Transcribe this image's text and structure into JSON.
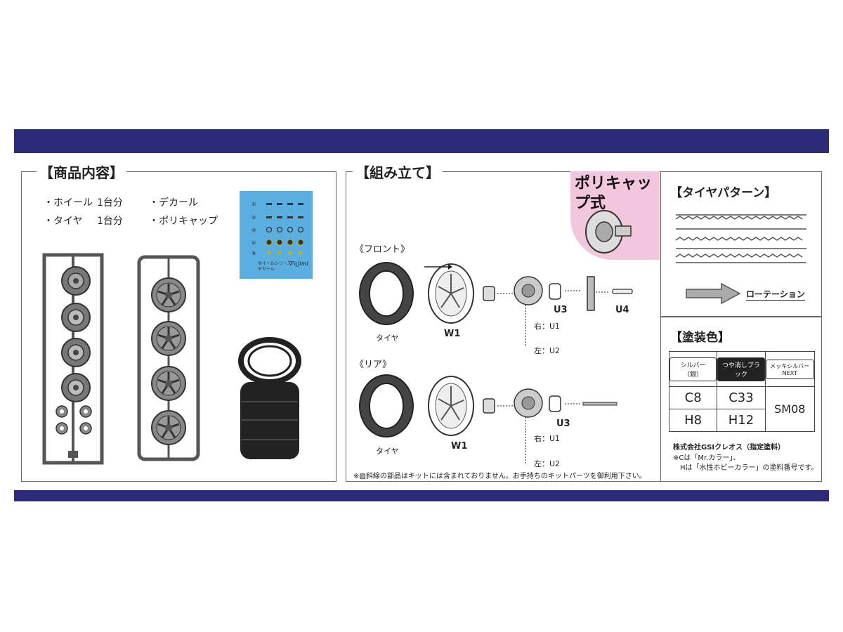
{
  "contents": {
    "title": "【商品内容】",
    "items": [
      {
        "left": "・ホイール",
        "right": "1台分"
      },
      {
        "left": "・タイヤ",
        "right": "1台分"
      }
    ],
    "items2": [
      "・デカール",
      "・ポリキャップ"
    ],
    "decal_line1": "ホイールシリーズ",
    "decal_line2": "デカール",
    "decal_brand": "Fujimi",
    "decal_rows": [
      "①",
      "②",
      "③",
      "④",
      "⑤"
    ]
  },
  "assembly": {
    "title": "【組み立て】",
    "polycap_badge": "ポリキャップ式",
    "front_label": "《フロント》",
    "rear_label": "《リア》",
    "parts": {
      "tire": "タイヤ",
      "w1": "W1",
      "u3": "U3",
      "u4": "U4",
      "right_u1": "右：U1",
      "left_u2": "左：U2"
    },
    "footnote": "※▨斜線の部品はキットには含まれておりません。お手持ちのキットパーツを御利用下さい。"
  },
  "tire_pattern": {
    "title": "【タイヤパターン】",
    "rotation_label": "ローテーション"
  },
  "paint": {
    "title": "【塗装色】",
    "headers": [
      "シルバー（銀）",
      "つや消しブラック",
      "メッキシルバーNEXT"
    ],
    "row1": [
      "C8",
      "C33"
    ],
    "row2": [
      "H8",
      "H12"
    ],
    "merged": "SM08",
    "maker": "株式会社GSIクレオス（指定塗料）",
    "note1": "※Cは「Mr.カラー」、",
    "note2": "Hは「水性ホビーカラー」の塗料番号です。"
  },
  "colors": {
    "band": "#2b2b7a",
    "decal_bg": "#5aaee0",
    "badge_bg": "#f2c6dc"
  }
}
